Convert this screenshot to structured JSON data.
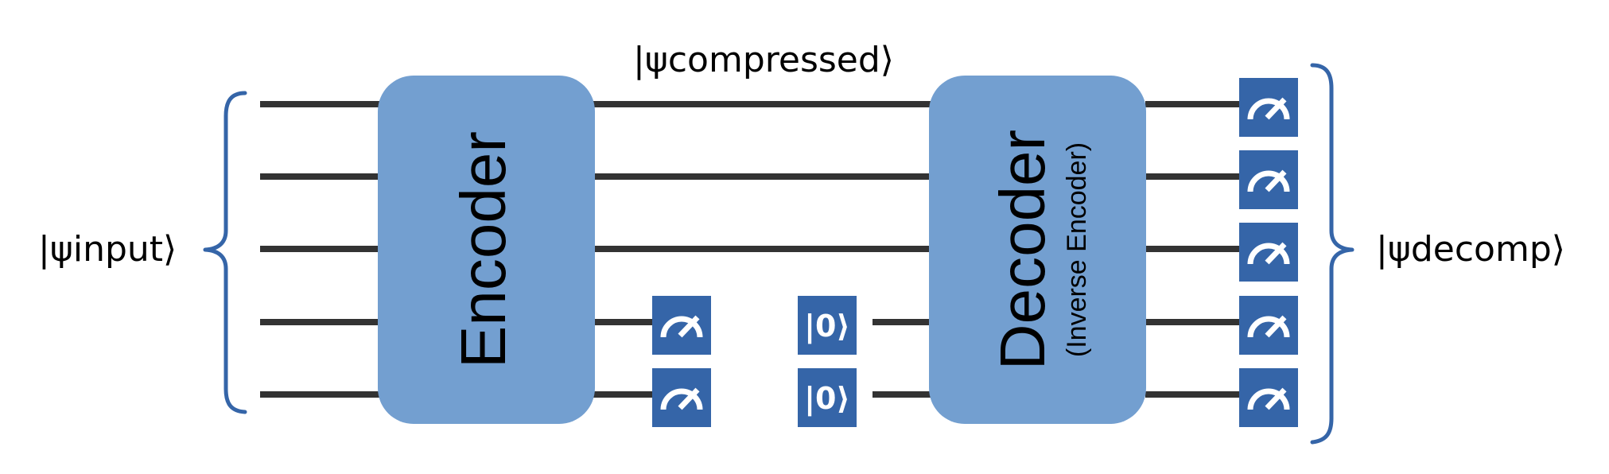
{
  "colors": {
    "wire": "#333333",
    "block_fill": "#739fd0",
    "gate_fill": "#3565a8",
    "brace": "#3565a8",
    "gate_symbol": "#ffffff"
  },
  "labels": {
    "input_state": "|ψinput⟩",
    "compressed_state": "|ψcompressed⟩",
    "output_state": "|ψdecomp⟩"
  },
  "encoder": {
    "label": "Encoder"
  },
  "decoder": {
    "label": "Decoder",
    "sublabel": "(Inverse Encoder)"
  },
  "reset_gate": {
    "label": "|0⟩"
  },
  "icons": {
    "measurement": "meter-icon",
    "input_brace": "left-curly-brace",
    "output_brace": "right-curly-brace"
  },
  "qubit_count": 5,
  "discarded_qubits": 2
}
